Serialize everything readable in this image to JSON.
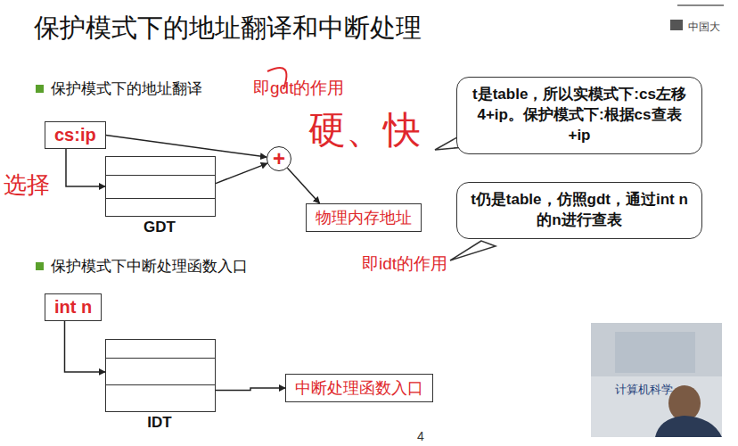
{
  "diagram": {
    "title": "保护模式下的地址翻译和中断处理",
    "nodes": [
      {
        "text": [
          "cs:ip"
        ]
      },
      {
        "text": [
          "GDT"
        ]
      },
      {
        "text": [
          "+"
        ]
      },
      {
        "text": [
          "t是table，所以实模式下:cs左移4+ip。保护模式下:根据cs查表+ip"
        ]
      },
      {
        "text": [
          "物理内存地址"
        ]
      },
      {
        "text": [
          "t仍是table，仿照gdt，通过int n的n进行查表"
        ]
      },
      {
        "text": [
          "int n"
        ]
      },
      {
        "text": [
          "IDT"
        ]
      },
      {
        "text": [
          "中断处理函数入口"
        ]
      }
    ],
    "edges": [
      {
        "from": 0,
        "to": 2,
        "arrow": "to"
      },
      {
        "from": 0,
        "to": 1,
        "arrow": "to"
      },
      {
        "from": 1,
        "to": 2,
        "arrow": "to"
      },
      {
        "from": 2,
        "to": 4,
        "arrow": "to"
      },
      {
        "from": 6,
        "to": 7,
        "arrow": "to"
      },
      {
        "from": 7,
        "to": 8,
        "arrow": "to"
      }
    ],
    "labels": [
      "中国大",
      "保护模式下的地址翻译",
      "即gdt的作用",
      "硬、快",
      "选择",
      "保护模式下中断处理函数入口",
      "即idt的作用",
      "4",
      "计算机科学"
    ]
  }
}
